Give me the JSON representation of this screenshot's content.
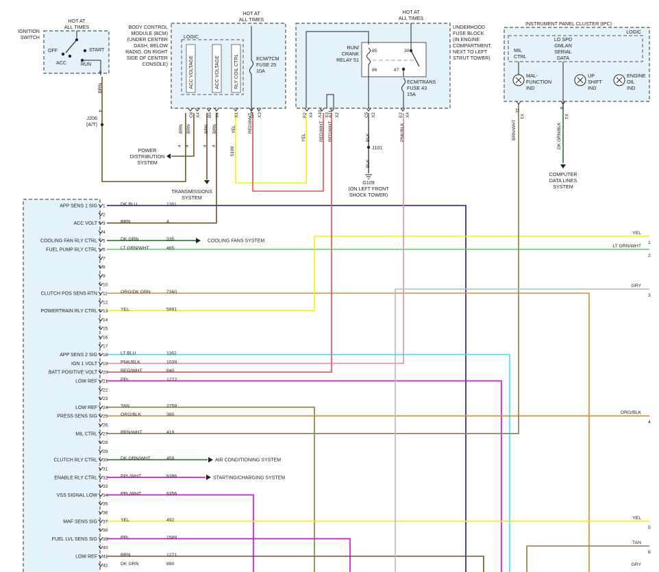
{
  "colors": {
    "box_fill": "#e4f2fa",
    "box_stroke": "#555555",
    "dk_blu": "#1a1a7a",
    "brn": "#6e5320",
    "dk_grn": "#2c7a2c",
    "lt_grn": "#5ed05e",
    "yel": "#f5f000",
    "gry": "#b8b8b8",
    "orange": "#e08a2e",
    "lt_blu": "#3fe0f0",
    "pnk": "#e88aa8",
    "red": "#e05050",
    "ppl": "#e000e0",
    "tan": "#8a7a46",
    "black": "#1a1a1a"
  },
  "ignition": {
    "hot": "HOT AT",
    "all_times": "ALL TIMES",
    "label_1": "IGNITION",
    "label_2": "SWITCH",
    "off": "OFF",
    "start": "START",
    "acc": "ACC",
    "run": "RUN",
    "pin": "4",
    "wire": "BRN",
    "pin_b": "4",
    "splice_1": "J206",
    "splice_2": "(A/T)"
  },
  "bcm": {
    "title": [
      "BODY CONTROL",
      "MODULE (BCM)",
      "(UNDER CENTER",
      "DASH, BELOW",
      "RADIO, ON RIGHT",
      "SIDE OF CENTER",
      "CONSOLE)"
    ],
    "hot": "HOT AT",
    "all_times": "ALL TIMES",
    "logic": "LOGIC",
    "box1": "ACC VOLTAGE",
    "box2": "ACC VOLTAGE",
    "box3": "RLY COIL CTRL",
    "fuse": [
      "ECM/TCM",
      "FUSE 25",
      "10A"
    ],
    "pins": [
      "C6",
      "X4",
      "B5",
      "X4",
      "X1",
      "D4",
      "X3"
    ],
    "wires": [
      "BRN",
      "BRN",
      "BRN",
      "BRN",
      "YEL",
      "RED/WHT"
    ],
    "nums": [
      "4",
      "4",
      "4",
      "4",
      "5199"
    ],
    "pds": [
      "POWER",
      "DISTRIBUTION",
      "SYSTEM"
    ],
    "trans": [
      "TRANSMISSIONS",
      "SYSTEM"
    ]
  },
  "ufb": {
    "title": [
      "UNDERHOOD",
      "FUSE BLOCK",
      "(IN ENGINE",
      "COMPARTMENT,",
      "NEXT TO LEFT",
      "STRUT TOWER)"
    ],
    "hot": "HOT AT",
    "all_times": "ALL TIMES",
    "relay": [
      "RUN/",
      "CRANK",
      "RELAY 51"
    ],
    "relay_pins": [
      "85",
      "86",
      "30",
      "87"
    ],
    "fuse": [
      "ECM/TRANS",
      "FUSE 43",
      "15A"
    ],
    "pins": [
      "F2",
      "X4",
      "A10",
      "X3",
      "A11",
      "X2",
      "C5",
      "X2",
      "E2",
      "X4"
    ],
    "wires": [
      "YEL",
      "RED/WHT",
      "RED/WHT",
      "BLK",
      "BLK",
      "PNK/BLK"
    ],
    "j101": "J101",
    "ground": [
      "G109",
      "(ON LEFT FRONT",
      "SHOCK TOWER)"
    ]
  },
  "ipc": {
    "title": "INSTRUMENT PANEL CLUSTER (IPC)",
    "logic": "LOGIC",
    "mil_ctrl": [
      "MIL",
      "CTRL"
    ],
    "serial": [
      "LO SPD",
      "GMLAN",
      "SERIAL",
      "DATA"
    ],
    "mil_ind": [
      "MAL-",
      "FUNCTION",
      "IND"
    ],
    "upshift": [
      "UP",
      "SHIFT",
      "IND"
    ],
    "oil": [
      "ENGINE",
      "OIL",
      "IND"
    ],
    "pins": [
      "11",
      "X1",
      "8",
      "X1"
    ],
    "wires": [
      "BRN/WHT",
      "DK GRN/BLK"
    ],
    "cdl": [
      "COMPUTER",
      "DATA LINES",
      "SYSTEM"
    ]
  },
  "ecm_pins": [
    {
      "n": "1",
      "sig": "APP SENS 1 SIG",
      "wire": "DK BLU",
      "circ": "1161"
    },
    {
      "n": "2",
      "sig": "",
      "wire": "",
      "circ": ""
    },
    {
      "n": "3",
      "sig": "ACC VOLT",
      "wire": "BRN",
      "circ": "4"
    },
    {
      "n": "4",
      "sig": "",
      "wire": "",
      "circ": ""
    },
    {
      "n": "5",
      "sig": "COOLING FAN RLY CTRL",
      "wire": "DK GRN",
      "circ": "335"
    },
    {
      "n": "6",
      "sig": "FUEL PUMP RLY CTRL",
      "wire": "LT GRN/WHT",
      "circ": "465"
    },
    {
      "n": "7",
      "sig": "",
      "wire": "",
      "circ": ""
    },
    {
      "n": "8",
      "sig": "",
      "wire": "",
      "circ": ""
    },
    {
      "n": "9",
      "sig": "",
      "wire": "",
      "circ": ""
    },
    {
      "n": "10",
      "sig": "",
      "wire": "",
      "circ": ""
    },
    {
      "n": "11",
      "sig": "CLUTCH POS SENS RTN",
      "wire": "ORG/DK GRN",
      "circ": "7360"
    },
    {
      "n": "12",
      "sig": "",
      "wire": "",
      "circ": ""
    },
    {
      "n": "13",
      "sig": "POWERTRAIN RLY CTRL",
      "wire": "YEL",
      "circ": "5991"
    },
    {
      "n": "14",
      "sig": "",
      "wire": "",
      "circ": ""
    },
    {
      "n": "15",
      "sig": "",
      "wire": "",
      "circ": ""
    },
    {
      "n": "16",
      "sig": "",
      "wire": "",
      "circ": ""
    },
    {
      "n": "17",
      "sig": "",
      "wire": "",
      "circ": ""
    },
    {
      "n": "18",
      "sig": "APP SENS 2 SIG",
      "wire": "LT BLU",
      "circ": "1162"
    },
    {
      "n": "19",
      "sig": "IGN 1 VOLT",
      "wire": "PNK/BLK",
      "circ": "1039"
    },
    {
      "n": "20",
      "sig": "BATT POSITIVE VOLT",
      "wire": "RED/WHT",
      "circ": "840"
    },
    {
      "n": "21",
      "sig": "LOW REF",
      "wire": "PPL",
      "circ": "1272"
    },
    {
      "n": "22",
      "sig": "",
      "wire": "",
      "circ": ""
    },
    {
      "n": "23",
      "sig": "",
      "wire": "",
      "circ": ""
    },
    {
      "n": "24",
      "sig": "LOW REF",
      "wire": "TAN",
      "circ": "2759"
    },
    {
      "n": "25",
      "sig": "PRESS SENS SIG",
      "wire": "ORG/BLK",
      "circ": "380"
    },
    {
      "n": "26",
      "sig": "",
      "wire": "",
      "circ": ""
    },
    {
      "n": "27",
      "sig": "MIL CTRL",
      "wire": "BRN/WHT",
      "circ": "419"
    },
    {
      "n": "28",
      "sig": "",
      "wire": "",
      "circ": ""
    },
    {
      "n": "29",
      "sig": "",
      "wire": "",
      "circ": ""
    },
    {
      "n": "30",
      "sig": "CLUTCH RLY CTRL",
      "wire": "DK GRN/WHT",
      "circ": "459"
    },
    {
      "n": "31",
      "sig": "",
      "wire": "",
      "circ": ""
    },
    {
      "n": "32",
      "sig": "ENABLE RLY CTRL",
      "wire": "PPL/WHT",
      "circ": "6386"
    },
    {
      "n": "33",
      "sig": "",
      "wire": "",
      "circ": ""
    },
    {
      "n": "34",
      "sig": "VSS SIGNAL LOW",
      "wire": "PPL/WHT",
      "circ": "6356"
    },
    {
      "n": "35",
      "sig": "",
      "wire": "",
      "circ": ""
    },
    {
      "n": "36",
      "sig": "",
      "wire": "",
      "circ": ""
    },
    {
      "n": "37",
      "sig": "MAF SENS SIG",
      "wire": "YEL",
      "circ": "492"
    },
    {
      "n": "38",
      "sig": "",
      "wire": "",
      "circ": ""
    },
    {
      "n": "39",
      "sig": "FUEL LVL SENS SIG",
      "wire": "PPL",
      "circ": "1589"
    },
    {
      "n": "40",
      "sig": "",
      "wire": "",
      "circ": ""
    },
    {
      "n": "41",
      "sig": "LOW REF",
      "wire": "BRN",
      "circ": "1271"
    },
    {
      "n": "42",
      "sig": "",
      "wire": "DK GRN",
      "circ": "890"
    }
  ],
  "arrows": {
    "cooling": "COOLING FANS SYSTEM",
    "ac": "AIR CONDITIONING SYSTEM",
    "starting": "STARTING/CHARGING SYSTEM"
  },
  "right_refs": [
    {
      "wire": "YEL",
      "n": "1"
    },
    {
      "wire": "LT GRN/WHT",
      "n": "2"
    },
    {
      "wire": "GRY",
      "n": "3"
    },
    {
      "wire": "ORG/BLK",
      "n": "4"
    },
    {
      "wire": "YEL",
      "n": "5"
    },
    {
      "wire": "TAN",
      "n": "6"
    },
    {
      "wire": "GRY",
      "n": ""
    }
  ]
}
